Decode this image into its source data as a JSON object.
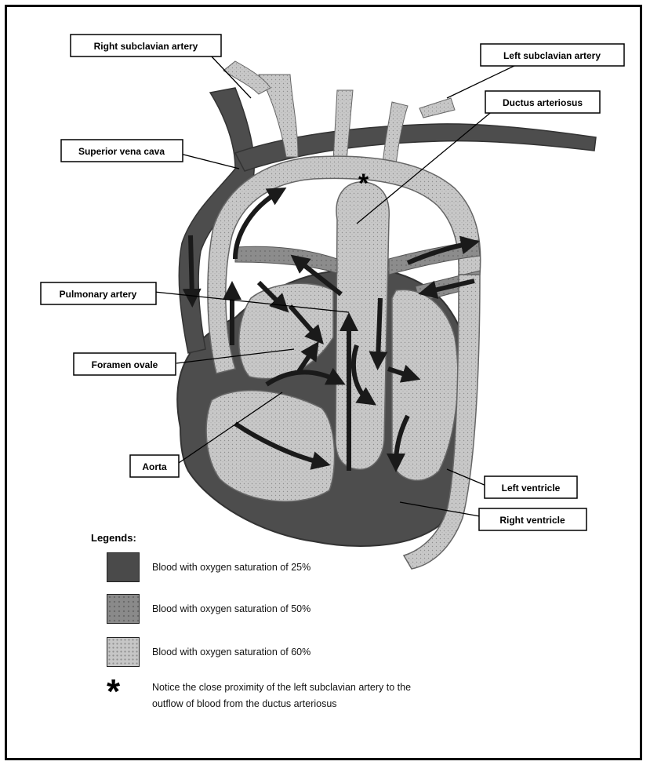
{
  "labels": {
    "right_subclavian": "Right subclavian artery",
    "left_subclavian": "Left subclavian artery",
    "ductus": "Ductus arteriosus",
    "svc": "Superior vena cava",
    "pulmonary": "Pulmonary artery",
    "foramen": "Foramen ovale",
    "aorta": "Aorta",
    "left_ventricle": "Left ventricle",
    "right_ventricle": "Right ventricle"
  },
  "marker": "*",
  "legend": {
    "title": "Legends:",
    "items": [
      {
        "swatch": "dark",
        "text": "Blood with oxygen saturation of 25%"
      },
      {
        "swatch": "mid",
        "text": "Blood with oxygen saturation of 50%"
      },
      {
        "swatch": "light",
        "text": "Blood with oxygen saturation of 60%"
      }
    ],
    "note_symbol": "*",
    "note": "Notice the close proximity of the left subclavian artery to the outflow of blood from the ductus arteriosus"
  },
  "colors": {
    "dark": "#4a4a4a",
    "mid": "#8a8a8a",
    "light": "#c6c6c6",
    "arrow": "#1a1a1a"
  }
}
